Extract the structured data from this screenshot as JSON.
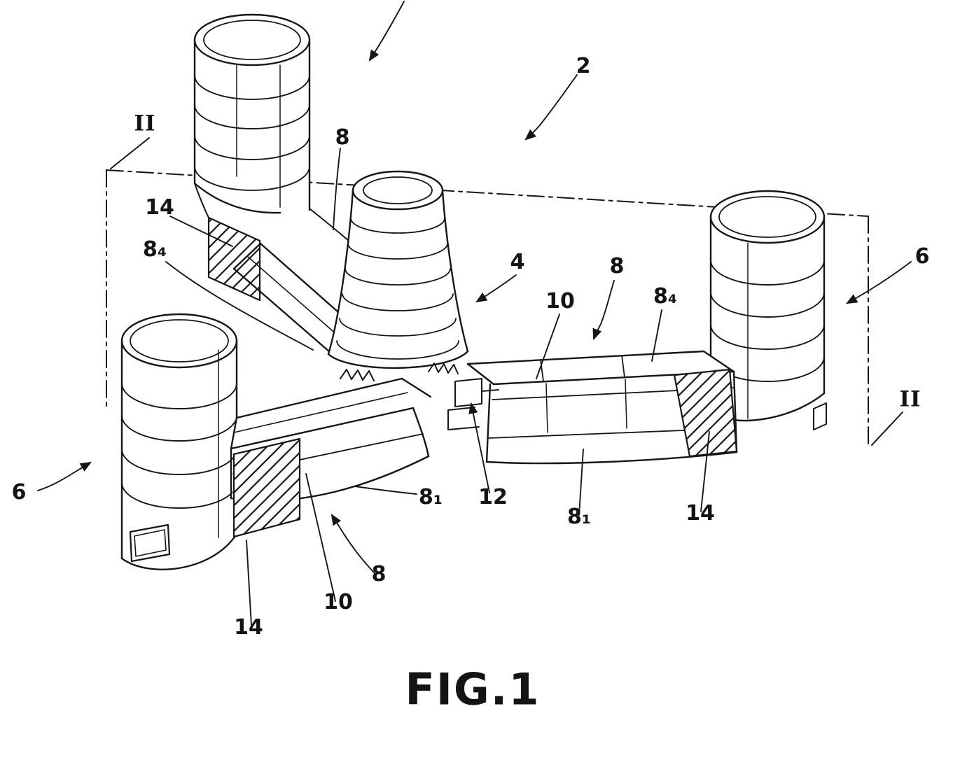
{
  "colors": {
    "ink": "#141414",
    "background": "#ffffff"
  },
  "caption": "FIG.1",
  "labels": {
    "section_left": "II",
    "section_right": "II",
    "ref_2": "2",
    "ref_4": "4",
    "ref_6_left": "6",
    "ref_6_right": "6",
    "ref_8_top": "8",
    "ref_8_right": "8",
    "ref_8_bottom": "8",
    "ref_8_1_left": "8₁",
    "ref_8_1_right": "8₁",
    "ref_8_4_left": "8₄",
    "ref_8_4_right": "8₄",
    "ref_10_right": "10",
    "ref_10_bottom": "10",
    "ref_12": "12",
    "ref_14_upper_left": "14",
    "ref_14_right": "14",
    "ref_14_bottom": "14"
  }
}
